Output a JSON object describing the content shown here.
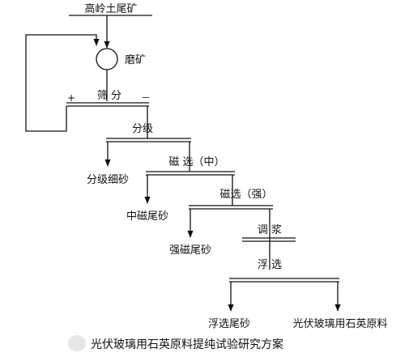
{
  "diagram": {
    "feed": "高岭土尾矿",
    "grinding": "磨矿",
    "screening": "筛 分",
    "screen_plus": "+",
    "screen_minus": "－",
    "classification": "分级",
    "classified_fines": "分级细砂",
    "magnetic_medium": "磁 选（中）",
    "medium_tailings": "中磁尾砂",
    "magnetic_strong": "磁选（强）",
    "strong_tailings": "强磁尾砂",
    "slurry": "调 浆",
    "flotation": "浮 选",
    "flotation_tailings": "浮选尾砂",
    "product": "光伏玻璃用石英原料"
  },
  "caption": "光伏玻璃用石英原料提纯试验研究方案"
}
